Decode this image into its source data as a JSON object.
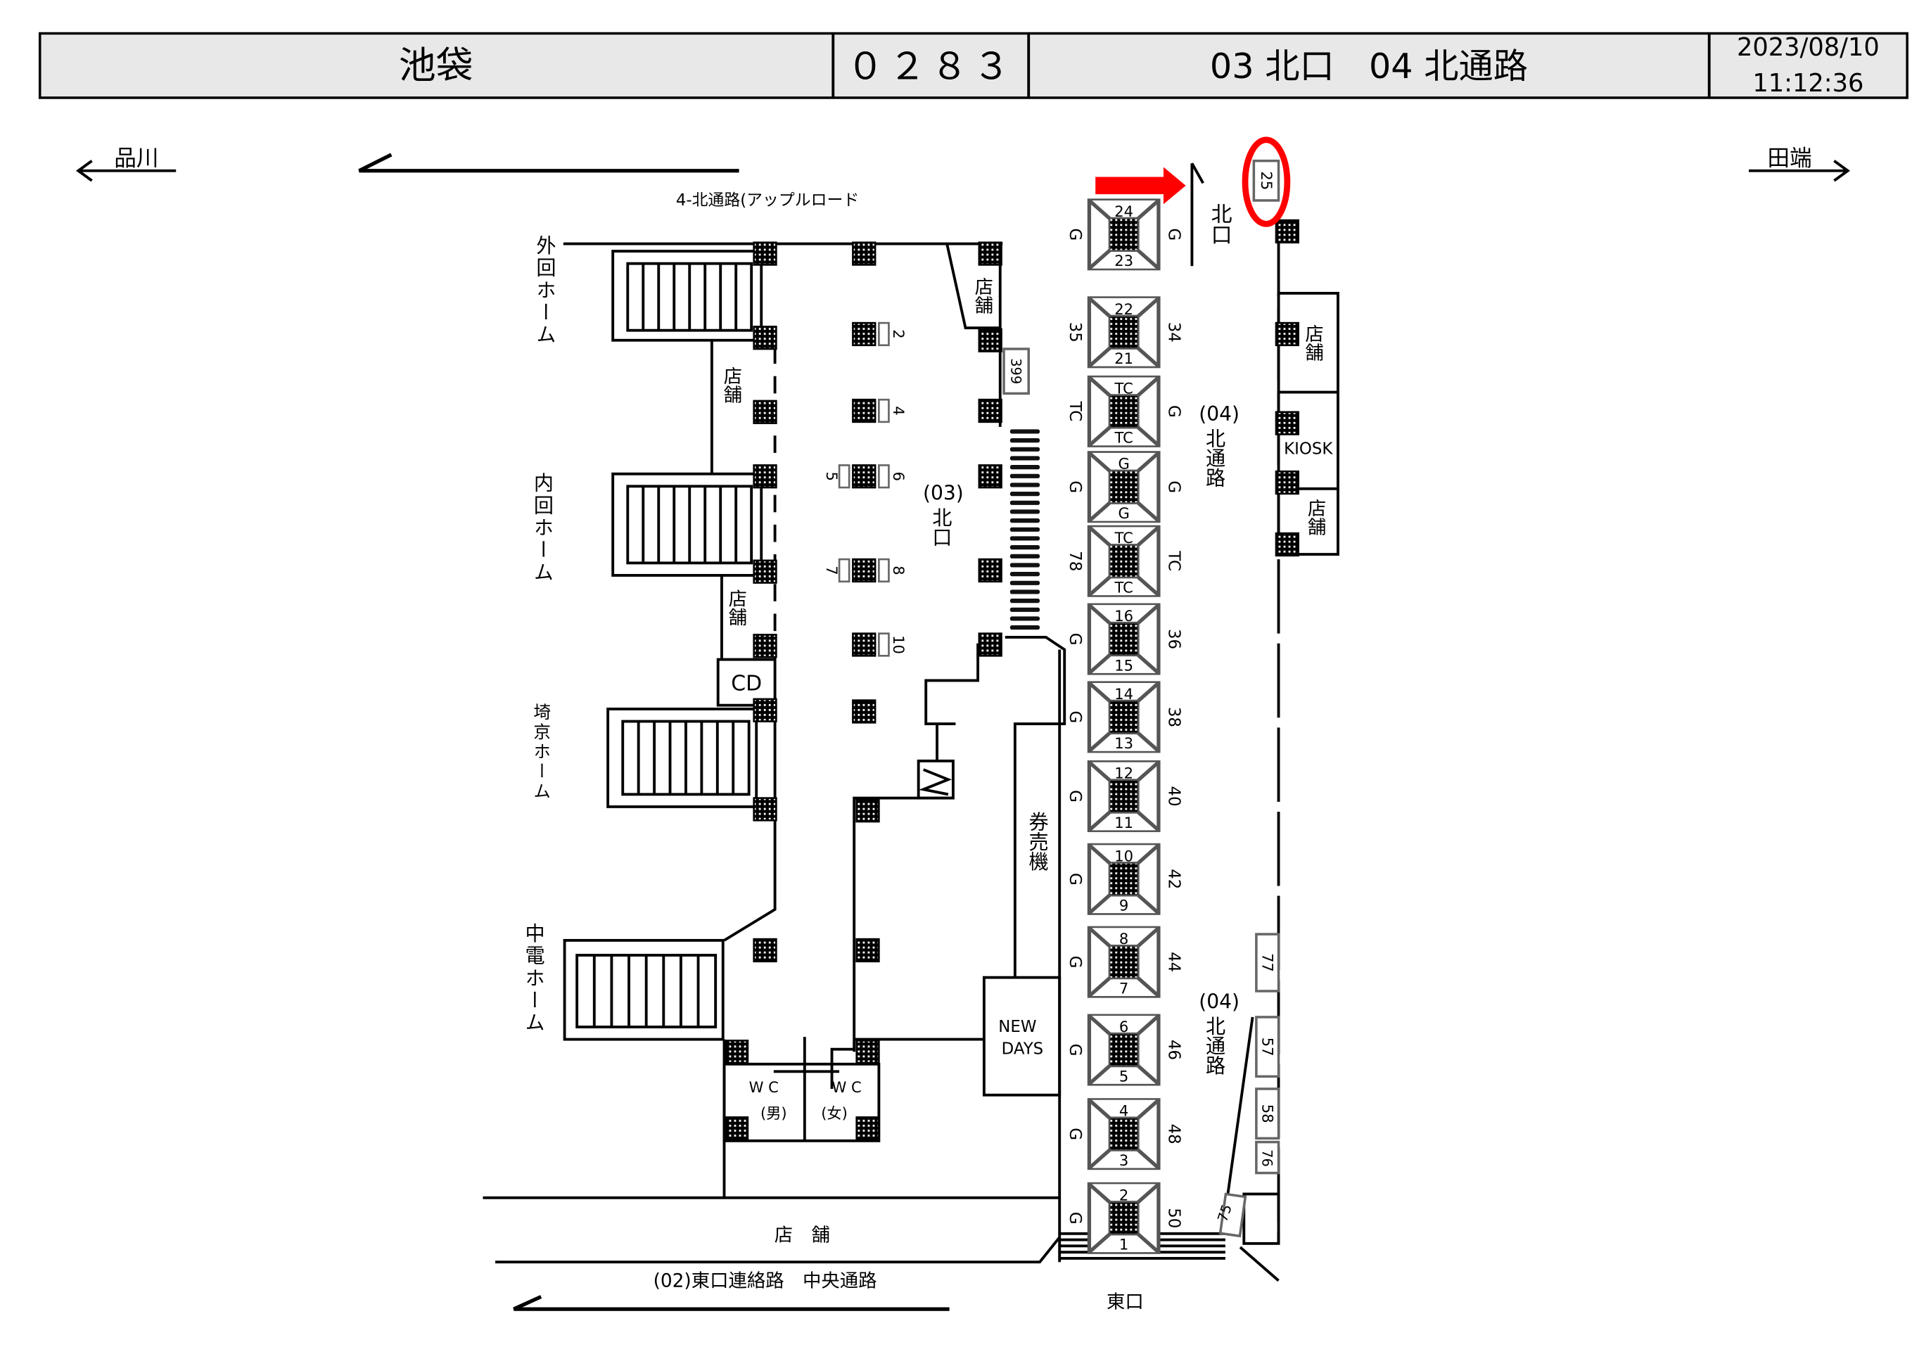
{
  "header": {
    "station": "池袋",
    "code": "０２８３",
    "location": "03 北口　04 北通路",
    "date": "2023/08/10",
    "time": "11:12:36"
  },
  "directions": {
    "left": "品川",
    "right": "田端"
  },
  "labels": {
    "apple_road": "4-北通路(アップルロード",
    "outer_platform": "外回ホーム",
    "inner_platform": "内回ホーム",
    "saikyo_platform": "埼京ホーム",
    "chuden_platform": "中電ホーム",
    "shop": "店舗",
    "shop_spaced": "店　舗",
    "cd": "CD",
    "n03_code": "(03)",
    "n03_name": "北口",
    "n04_code": "(04)",
    "n04_name": "北通路",
    "north_exit": "北口",
    "ticket_machine": "券売機",
    "newdays_1": "NEW",
    "newdays_2": "DAYS",
    "wc": "W C",
    "wc_men": "(男)",
    "wc_women": "(女)",
    "kiosk": "KIOSK",
    "east_exit": "東口",
    "east_passage": "(02)東口連絡路　中央通路"
  },
  "ad_boxes": {
    "b399": "399",
    "b25": "25",
    "b77": "77",
    "b57": "57",
    "b58": "58",
    "b76": "76",
    "b75": "75"
  },
  "pillar_numbers": [
    "2",
    "4",
    "5",
    "6",
    "7",
    "8",
    "10"
  ],
  "gates": [
    {
      "top": "24",
      "bottom": "23",
      "left": "G",
      "right": "G"
    },
    {
      "top": "22",
      "bottom": "21",
      "left": "35",
      "right": "34"
    },
    {
      "top": "TC",
      "bottom": "TC",
      "left": "TC",
      "right": "G"
    },
    {
      "top": "G",
      "bottom": "G",
      "left": "G",
      "right": "G"
    },
    {
      "top": "TC",
      "bottom": "TC",
      "left": "78",
      "right": "TC"
    },
    {
      "top": "16",
      "bottom": "15",
      "left": "G",
      "right": "36"
    },
    {
      "top": "14",
      "bottom": "13",
      "left": "G",
      "right": "38"
    },
    {
      "top": "12",
      "bottom": "11",
      "left": "G",
      "right": "40"
    },
    {
      "top": "10",
      "bottom": "9",
      "left": "G",
      "right": "42"
    },
    {
      "top": "8",
      "bottom": "7",
      "left": "G",
      "right": "44"
    },
    {
      "top": "6",
      "bottom": "5",
      "left": "G",
      "right": "46"
    },
    {
      "top": "4",
      "bottom": "3",
      "left": "G",
      "right": "48"
    },
    {
      "top": "2",
      "bottom": "1",
      "left": "G",
      "right": "50"
    }
  ],
  "colors": {
    "highlight": "#ff0000",
    "header_bg": "#e8e8e8"
  }
}
